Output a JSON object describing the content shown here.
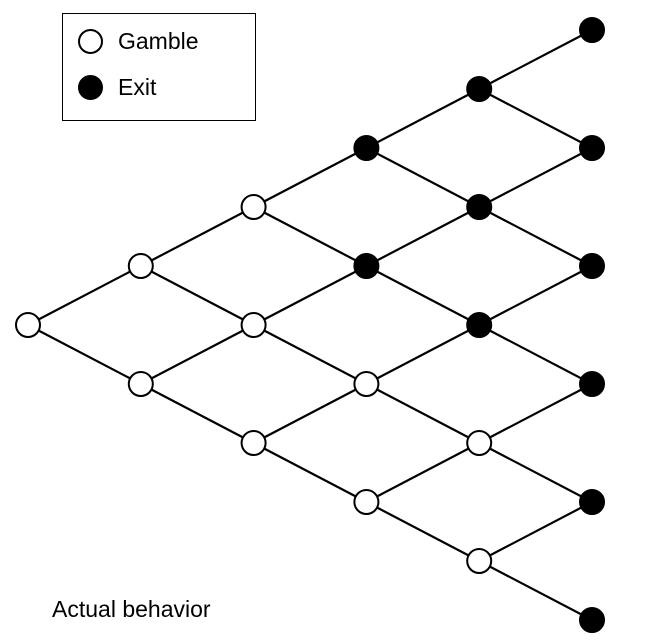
{
  "legend": {
    "items": [
      {
        "label": "Gamble",
        "marker": "open-circle-icon"
      },
      {
        "label": "Exit",
        "marker": "filled-circle-icon"
      }
    ]
  },
  "caption": "Actual behavior",
  "colors": {
    "stroke": "#000000",
    "open_fill": "#ffffff",
    "filled_fill": "#000000"
  },
  "tree": {
    "levels": 6,
    "node_states": [
      [
        "Gamble"
      ],
      [
        "Gamble",
        "Gamble"
      ],
      [
        "Gamble",
        "Gamble",
        "Gamble"
      ],
      [
        "Exit",
        "Exit",
        "Gamble",
        "Gamble"
      ],
      [
        "Exit",
        "Exit",
        "Exit",
        "Gamble",
        "Gamble"
      ],
      [
        "Exit",
        "Exit",
        "Exit",
        "Exit",
        "Exit",
        "Exit"
      ]
    ]
  }
}
